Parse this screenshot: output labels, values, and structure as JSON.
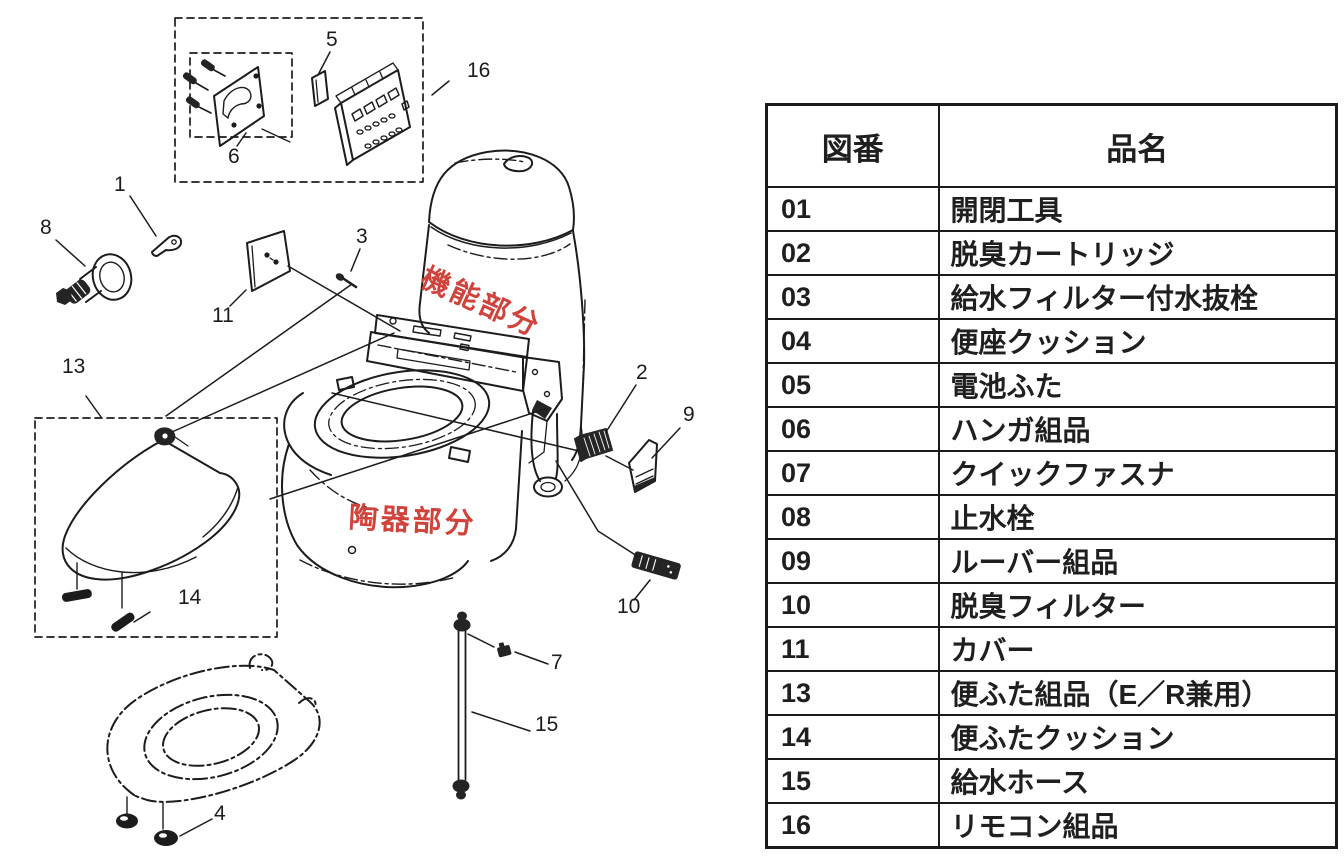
{
  "document": {
    "background": "#ffffff",
    "line_color": "#1c1c1c",
    "accent_red": "#d0433c"
  },
  "diagram": {
    "region_labels": {
      "functional": {
        "text": "機能部分",
        "color": "#d0433c"
      },
      "ceramic": {
        "text": "陶器部分",
        "color": "#d0433c"
      }
    },
    "part_labels": {
      "p1": "1",
      "p2": "2",
      "p3": "3",
      "p4": "4",
      "p5": "5",
      "p6": "6",
      "p7": "7",
      "p8": "8",
      "p9": "9",
      "p10": "10",
      "p11": "11",
      "p13": "13",
      "p14": "14",
      "p15": "15",
      "p16": "16"
    }
  },
  "table": {
    "headers": [
      "図番",
      "品名"
    ],
    "rows": [
      [
        "01",
        "開閉工具"
      ],
      [
        "02",
        "脱臭カートリッジ"
      ],
      [
        "03",
        "給水フィルター付水抜栓"
      ],
      [
        "04",
        "便座クッション"
      ],
      [
        "05",
        "電池ふた"
      ],
      [
        "06",
        "ハンガ組品"
      ],
      [
        "07",
        "クイックファスナ"
      ],
      [
        "08",
        "止水栓"
      ],
      [
        "09",
        "ルーバー組品"
      ],
      [
        "10",
        "脱臭フィルター"
      ],
      [
        "11",
        "カバー"
      ],
      [
        "13",
        "便ふた組品（E／R兼用）"
      ],
      [
        "14",
        "便ふたクッション"
      ],
      [
        "15",
        "給水ホース"
      ],
      [
        "16",
        "リモコン組品"
      ]
    ]
  }
}
